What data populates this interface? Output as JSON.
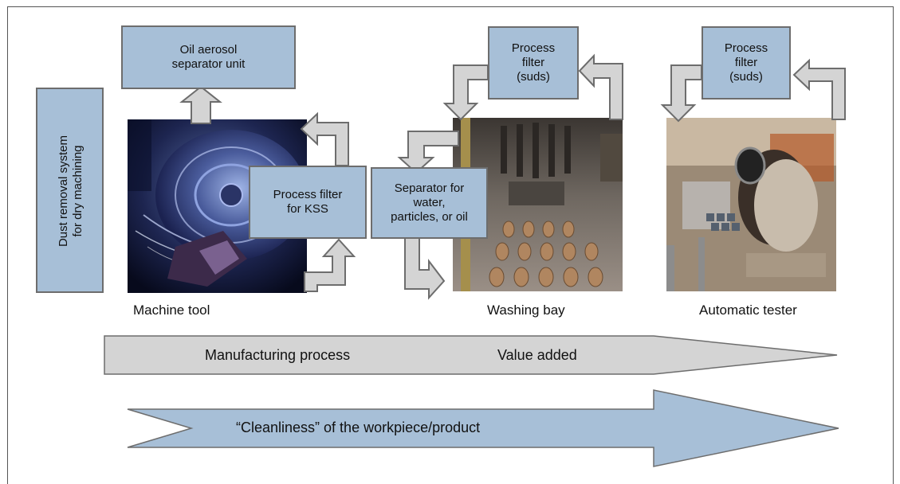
{
  "boxes": {
    "oil_aerosol": "Oil aerosol\nseparator unit",
    "dust_removal": "Dust removal system\nfor dry machining",
    "process_filter_kss": "Process filter\nfor KSS",
    "separator": "Separator for\nwater,\nparticles, or oil",
    "process_filter_suds_1": "Process\nfilter\n(suds)",
    "process_filter_suds_2": "Process\nfilter\n(suds)"
  },
  "captions": {
    "machine_tool": "Machine tool",
    "washing_bay": "Washing bay",
    "automatic_tester": "Automatic tester"
  },
  "process_arrow": {
    "left_label": "Manufacturing process",
    "right_label": "Value added"
  },
  "cleanliness_arrow": {
    "label": "“Cleanliness” of the workpiece/product"
  },
  "colors": {
    "box_fill": "#a7bfd7",
    "grey_arrow": "#d4d4d4",
    "blue_arrow": "#a7bfd7",
    "outline": "#6d6d6d"
  }
}
